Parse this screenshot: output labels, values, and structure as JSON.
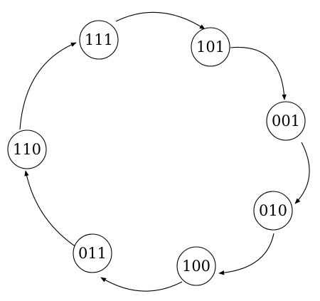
{
  "diagram": {
    "type": "state-cycle",
    "nodes": [
      {
        "id": "n111",
        "label": "111"
      },
      {
        "id": "n101",
        "label": "101"
      },
      {
        "id": "n001",
        "label": "001"
      },
      {
        "id": "n010",
        "label": "010"
      },
      {
        "id": "n100",
        "label": "100"
      },
      {
        "id": "n011",
        "label": "011"
      },
      {
        "id": "n110",
        "label": "110"
      }
    ],
    "edges": [
      {
        "from": "111",
        "to": "101"
      },
      {
        "from": "101",
        "to": "001"
      },
      {
        "from": "001",
        "to": "010"
      },
      {
        "from": "010",
        "to": "100"
      },
      {
        "from": "100",
        "to": "011"
      },
      {
        "from": "011",
        "to": "110"
      },
      {
        "from": "110",
        "to": "111"
      }
    ],
    "colors": {
      "stroke": "#000000",
      "background": "#ffffff"
    }
  }
}
